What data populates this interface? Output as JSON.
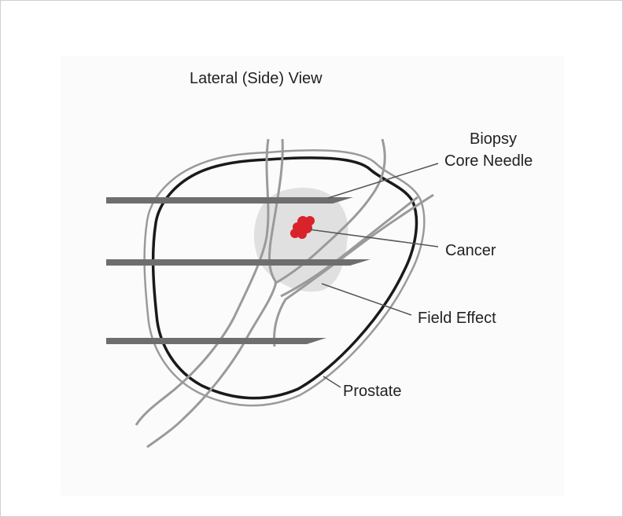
{
  "diagram": {
    "title": "Lateral (Side) View",
    "labels": {
      "needle_line1": "Biopsy",
      "needle_line2": "Core Needle",
      "cancer": "Cancer",
      "field_effect": "Field Effect",
      "prostate": "Prostate"
    },
    "colors": {
      "outline": "#1a1a1a",
      "gray_stroke": "#9a9a9a",
      "needle": "#6e6e6e",
      "field_effect": "#e0e0e0",
      "cancer": "#d9222a",
      "leader": "#555555"
    }
  }
}
